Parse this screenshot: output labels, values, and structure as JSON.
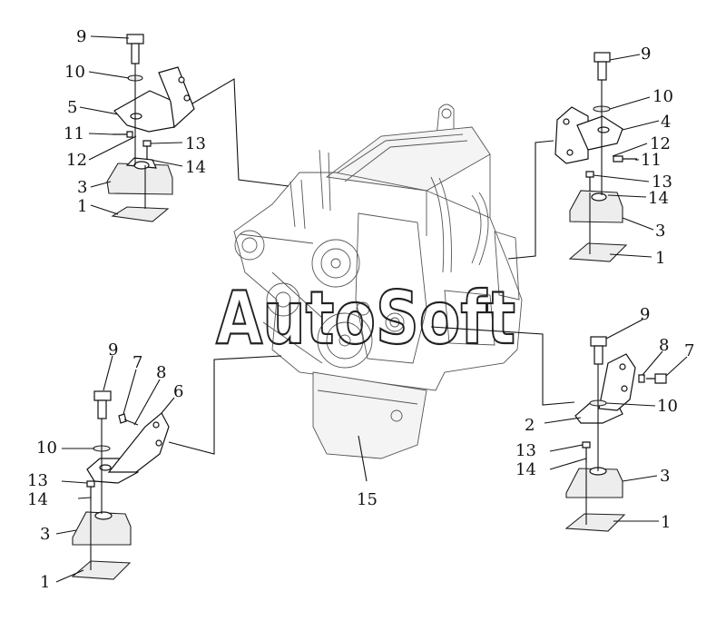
{
  "watermark": "AutoSoft",
  "callouts": {
    "tl_9": "9",
    "tl_10": "10",
    "tl_5": "5",
    "tl_11": "11",
    "tl_12": "12",
    "tl_13": "13",
    "tl_14": "14",
    "tl_3": "3",
    "tl_1": "1",
    "tr_9": "9",
    "tr_10": "10",
    "tr_4": "4",
    "tr_12": "12",
    "tr_11": "11",
    "tr_13": "13",
    "tr_14": "14",
    "tr_3": "3",
    "tr_1": "1",
    "bl_9": "9",
    "bl_7": "7",
    "bl_8": "8",
    "bl_6": "6",
    "bl_10": "10",
    "bl_13": "13",
    "bl_14": "14",
    "bl_3": "3",
    "bl_1": "1",
    "br_9": "9",
    "br_8": "8",
    "br_7": "7",
    "br_10": "10",
    "br_2": "2",
    "br_13": "13",
    "br_14": "14",
    "br_3": "3",
    "br_1": "1",
    "c_15": "15"
  }
}
